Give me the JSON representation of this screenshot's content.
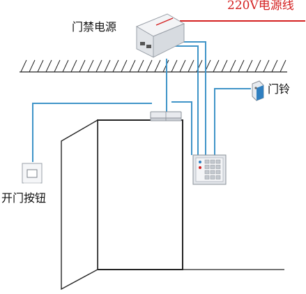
{
  "labels": {
    "mains_line": "220V电源线",
    "power_supply": "门禁电源",
    "doorbell": "门铃",
    "exit_button": "开门按钮"
  },
  "colors": {
    "mains_wire": "#d42020",
    "signal_wire": "#3f94c8",
    "line": "#222222",
    "device_body": "#e6e8ec",
    "device_edge": "#9aa0a8",
    "accent": "#d42020"
  },
  "icons": {
    "power_supply": "power-supply-box-icon",
    "doorbell": "doorbell-icon",
    "exit_button": "exit-button-plate-icon",
    "keypad": "access-keypad-icon",
    "lock": "magnetic-lock-icon"
  }
}
